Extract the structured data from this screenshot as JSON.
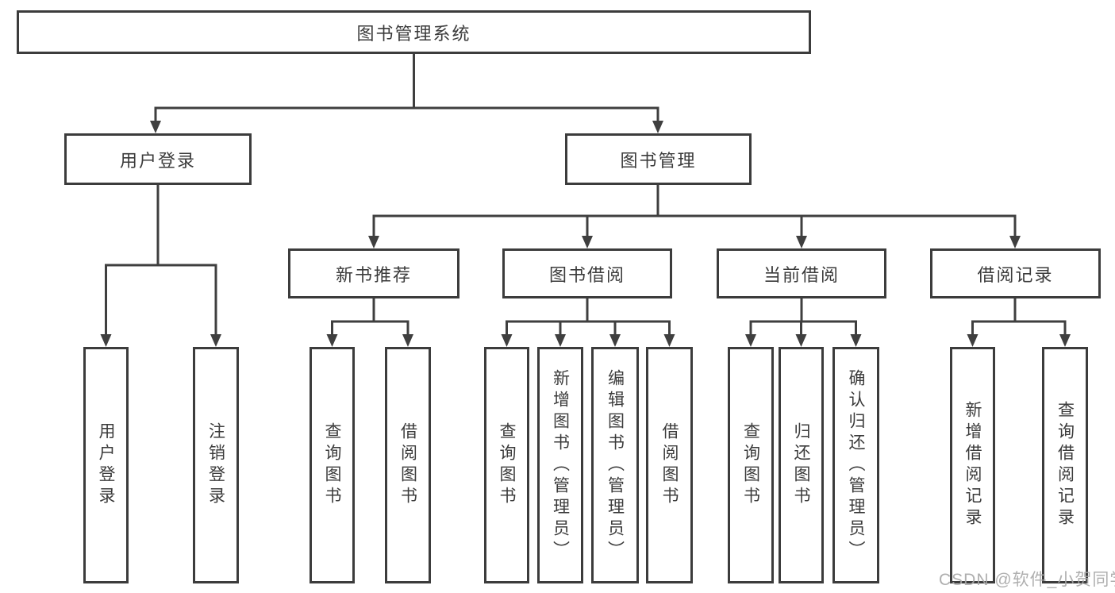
{
  "diagram": {
    "root": "图书管理系统",
    "level2": {
      "user_login": "用户登录",
      "book_management": "图书管理"
    },
    "level3": {
      "new_book_recommend": "新书推荐",
      "book_borrow": "图书借阅",
      "current_borrow": "当前借阅",
      "borrow_records": "借阅记录"
    },
    "leaves": [
      "用户登录",
      "注销登录",
      "查询图书",
      "借阅图书",
      "查询图书",
      "新增图书（管理员）",
      "编辑图书（管理员）",
      "借阅图书",
      "查询图书",
      "归还图书",
      "确认归还（管理员）",
      "新增借阅记录",
      "查询借阅记录"
    ]
  },
  "watermark": "CSDN @软件_小贺同学",
  "colors": {
    "line": "#3f3f3f",
    "text": "#3b3b3b",
    "background": "#ffffff",
    "watermark": "#a8a8a8"
  }
}
